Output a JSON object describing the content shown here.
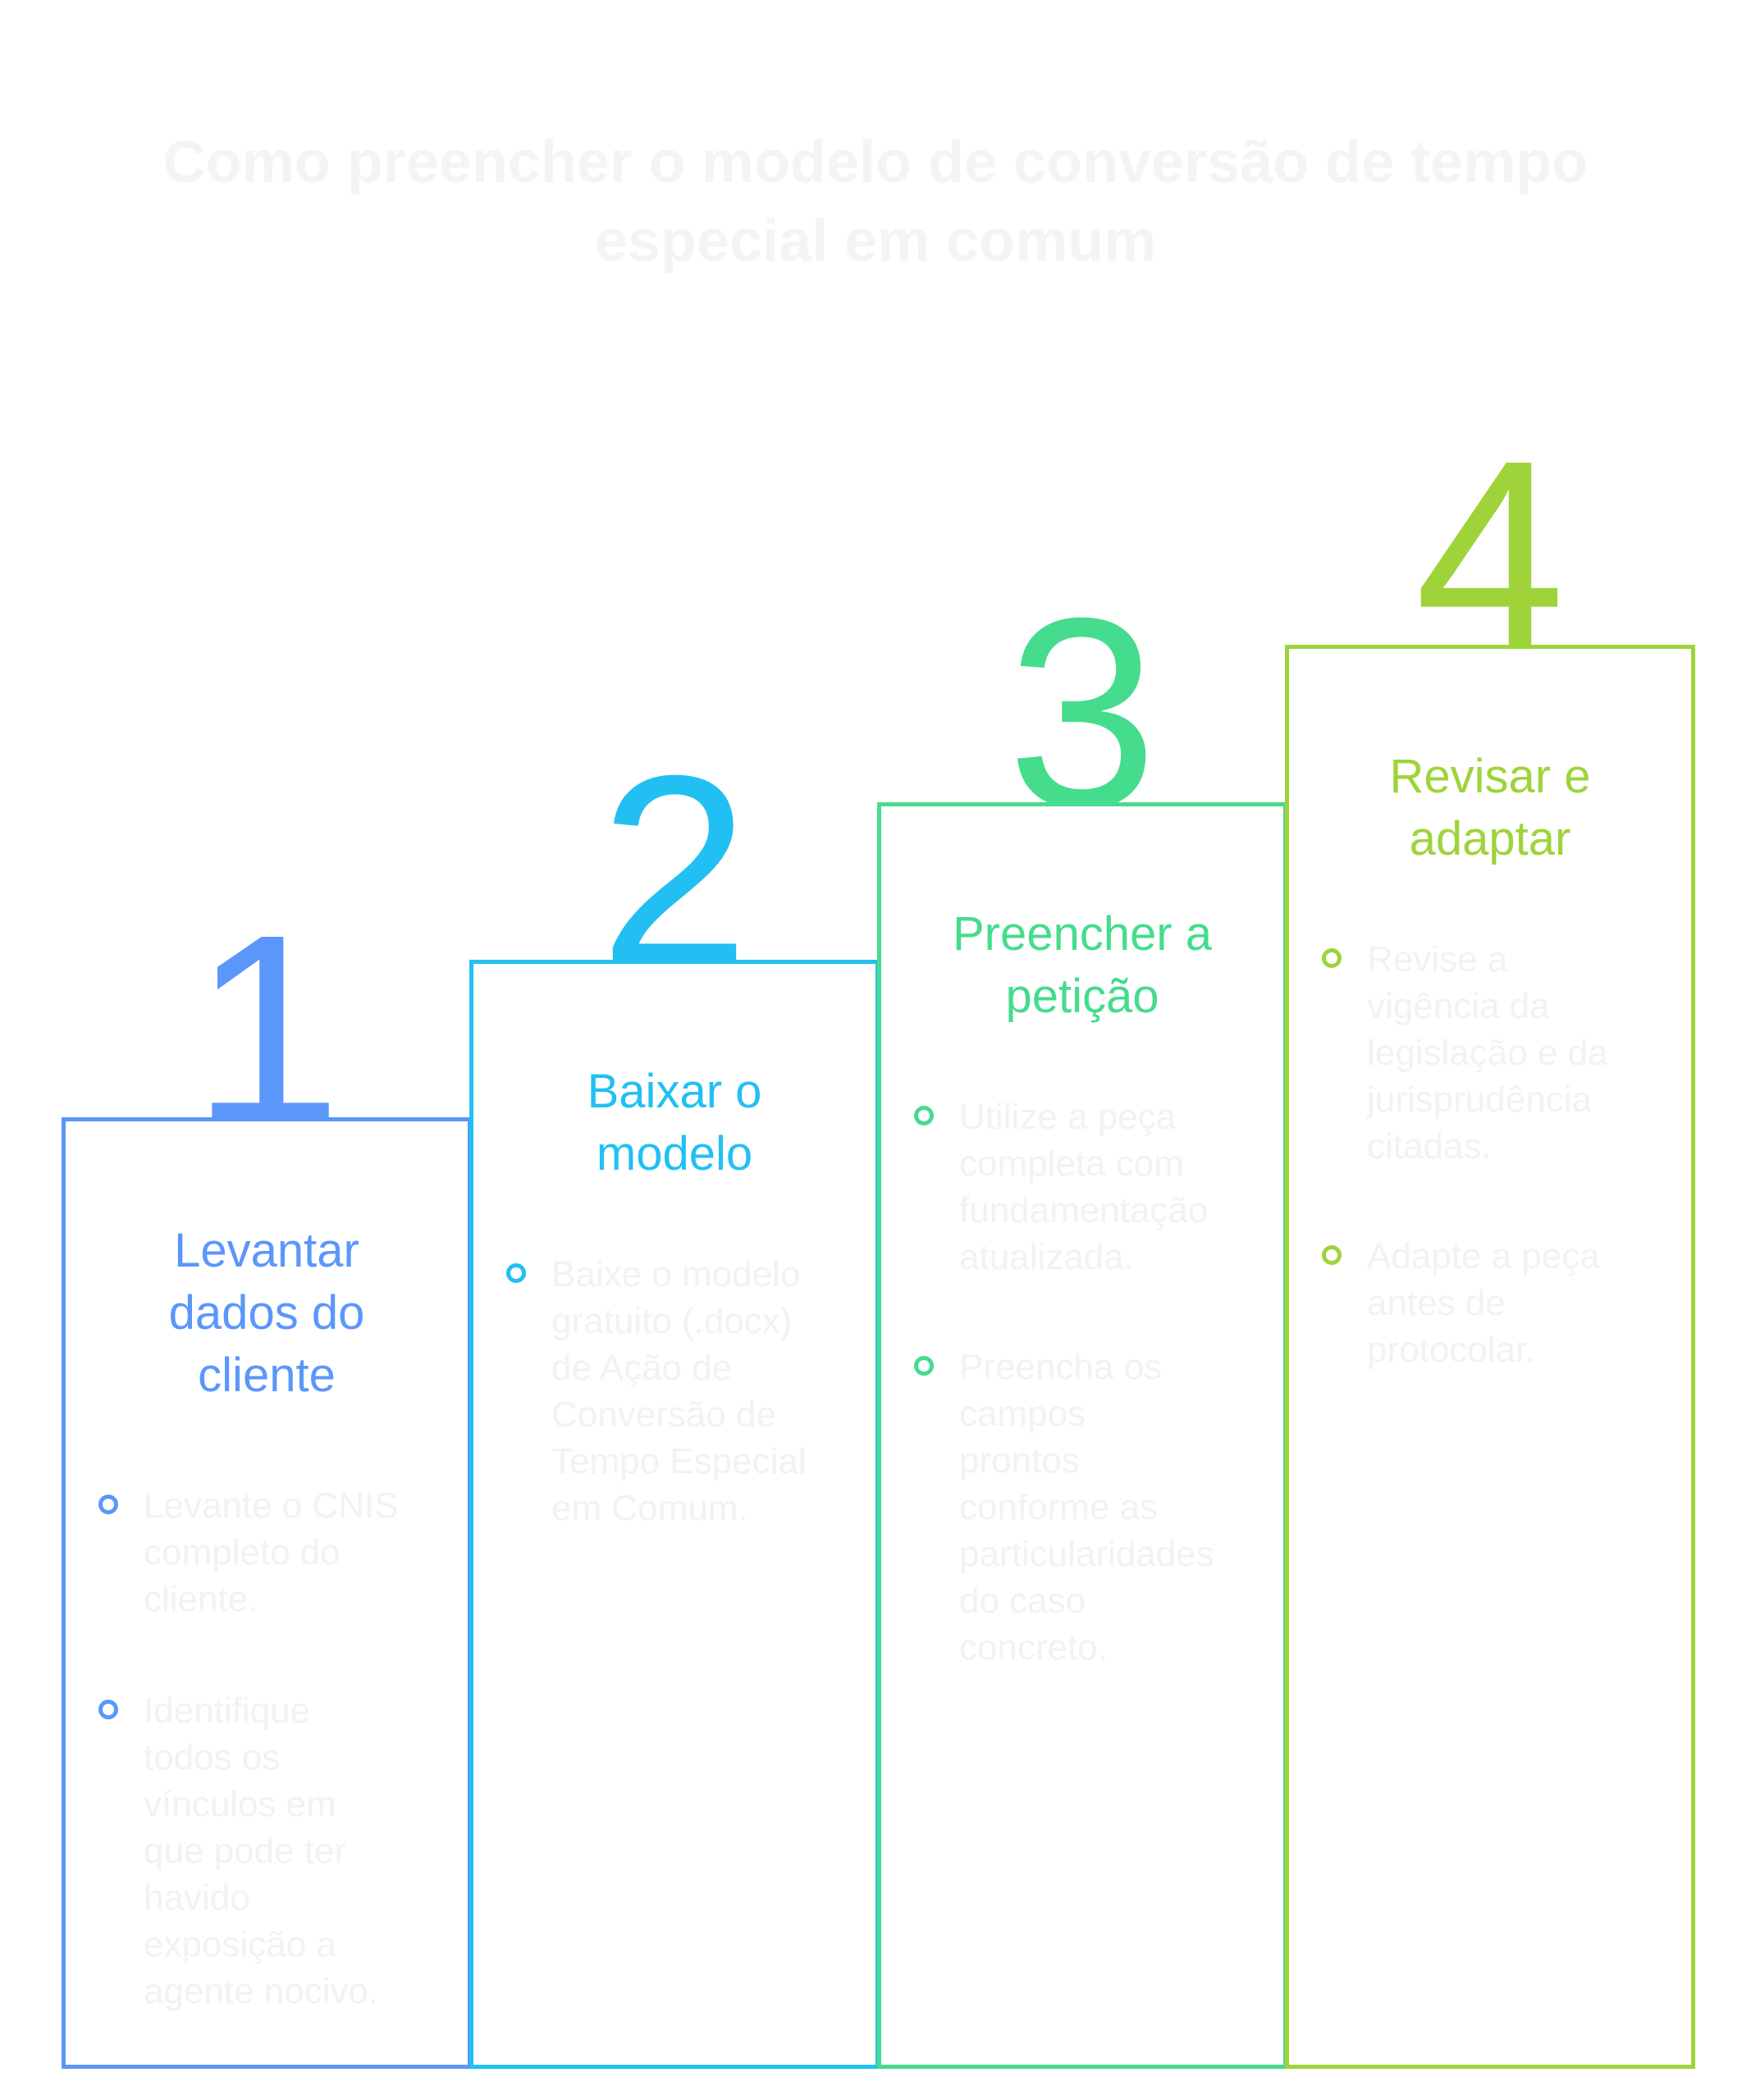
{
  "title": {
    "lines": [
      "Como preencher o modelo de conversão de tempo",
      "especial em comum"
    ]
  },
  "steps": [
    {
      "number": "1",
      "color": "#5b96fb",
      "heading": [
        "Levantar",
        "dados do",
        "cliente"
      ],
      "bullets": [
        [
          "Levante o CNIS",
          "completo do",
          "cliente."
        ],
        [
          "Identifique",
          "todos os",
          "vínculos em",
          "que pode ter",
          "havido",
          "exposição a",
          "agente nocivo."
        ]
      ]
    },
    {
      "number": "2",
      "color": "#22c0f2",
      "heading": [
        "Baixar o",
        "modelo"
      ],
      "bullets": [
        [
          "Baixe o modelo",
          "gratuito (.docx)",
          "de Ação de",
          "Conversão de",
          "Tempo Especial",
          "em Comum."
        ]
      ]
    },
    {
      "number": "3",
      "color": "#45dc8d",
      "heading": [
        "Preencher a",
        "petição"
      ],
      "bullets": [
        [
          "Utilize a peça",
          "completa com",
          "fundamentação",
          "atualizada."
        ],
        [
          "Preencha os",
          "campos",
          "prontos",
          "conforme as",
          "particularidades",
          "do caso",
          "concreto."
        ]
      ]
    },
    {
      "number": "4",
      "color": "#9ed43a",
      "heading": [
        "Revisar e",
        "adaptar"
      ],
      "bullets": [
        [
          "Revise a",
          "vigência da",
          "legislação e da",
          "jurisprudência",
          "citadas."
        ],
        [
          "Adapte a peça",
          "antes de",
          "protocolar."
        ]
      ]
    }
  ]
}
